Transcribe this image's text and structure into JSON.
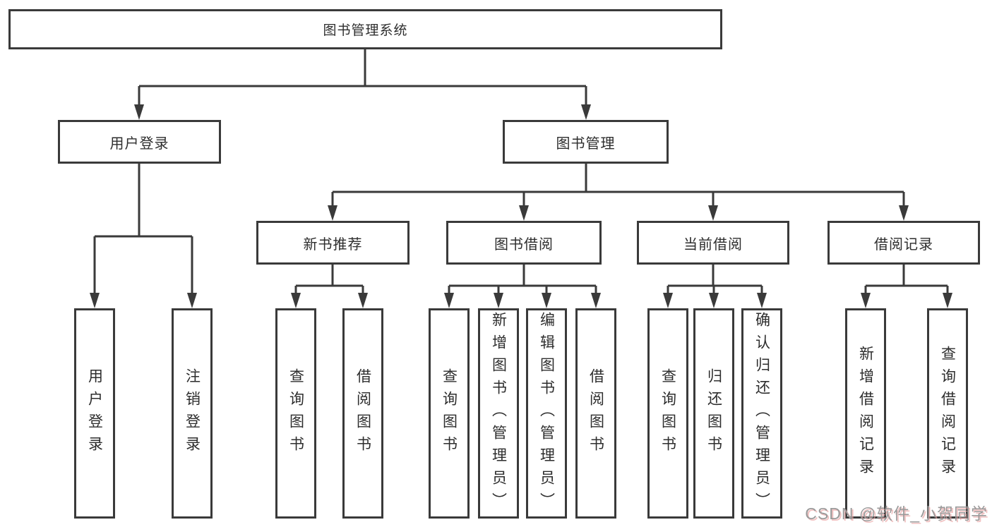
{
  "diagram": {
    "title_node": "图书管理系统",
    "root": "图书管理系统",
    "level2": [
      "用户登录",
      "图书管理"
    ],
    "level3": [
      "新书推荐",
      "图书借阅",
      "当前借阅",
      "借阅记录"
    ],
    "leaves": {
      "login": [
        "用户登录",
        "注销登录"
      ],
      "recommend": [
        "查询图书",
        "借阅图书"
      ],
      "borrow": [
        "查询图书",
        "新增图书（管理员）",
        "编辑图书（管理员）",
        "借阅图书"
      ],
      "current": [
        "查询图书",
        "归还图书",
        "确认归还（管理员）"
      ],
      "records": [
        "新增借阅记录",
        "查询借阅记录"
      ]
    }
  },
  "watermark": {
    "text": "CSDN @软件_小贺同学"
  },
  "colors": {
    "line": "#3a3a3a",
    "box_border": "#3a3a3a",
    "box_background": "#ffffff",
    "text": "#2d2d2d",
    "watermark_text": "#9a9a9a",
    "watermark_shadow": "#e9a0a0"
  }
}
